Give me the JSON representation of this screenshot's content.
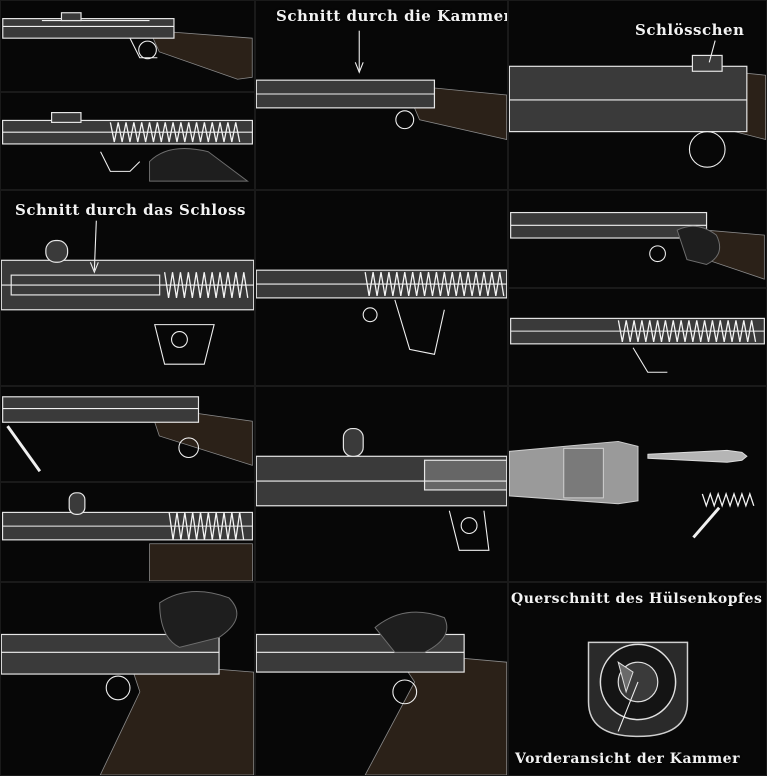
{
  "captions": {
    "kammer_section": "Schnitt durch die Kammer",
    "schloss_section": "Schnitt durch das Schloss",
    "schloesschen": "Schlösschen",
    "huelsenkopf_cross_section": "Querschnitt des Hülsenkopfes",
    "kammer_front_view": "Vorderansicht der Kammer"
  },
  "colors": {
    "background": "#000000",
    "line": "#f0f0f0",
    "wood": "#2b2118",
    "steel": "#3a3a3a"
  }
}
